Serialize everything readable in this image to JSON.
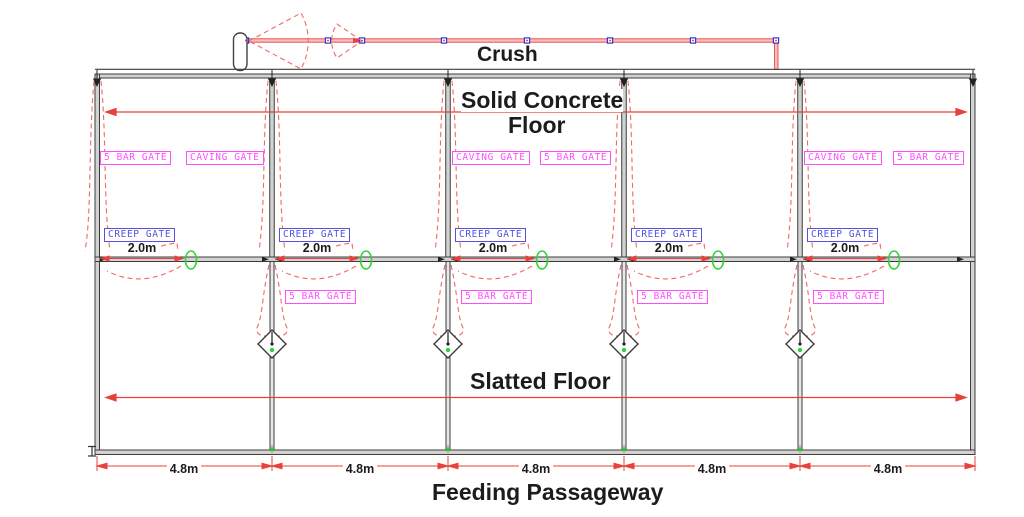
{
  "areas": {
    "crush_label": "Crush",
    "solid_floor_line1": "Solid Concrete",
    "solid_floor_line2": "Floor",
    "slatted_floor_label": "Slatted Floor",
    "feeding_passageway_label": "Feeding Passageway"
  },
  "pens": [
    {
      "creep_gate_label": "CREEP GATE",
      "creep_gate_width": "2.0m",
      "pen_width": "4.8m"
    },
    {
      "creep_gate_label": "CREEP GATE",
      "creep_gate_width": "2.0m",
      "pen_width": "4.8m"
    },
    {
      "creep_gate_label": "CREEP GATE",
      "creep_gate_width": "2.0m",
      "pen_width": "4.8m"
    },
    {
      "creep_gate_label": "CREEP GATE",
      "creep_gate_width": "2.0m",
      "pen_width": "4.8m"
    },
    {
      "creep_gate_label": "CREEP GATE",
      "creep_gate_width": "2.0m",
      "pen_width": "4.8m"
    }
  ],
  "upper_gate_labels": [
    {
      "text": "5 BAR GATE"
    },
    {
      "text": "CAVING GATE"
    },
    {
      "text": "CAVING GATE"
    },
    {
      "text": "5 BAR GATE"
    },
    {
      "text": "CAVING GATE"
    },
    {
      "text": "5 BAR GATE"
    }
  ],
  "lower_gate_labels": [
    {
      "text": "5 BAR GATE"
    },
    {
      "text": "5 BAR GATE"
    },
    {
      "text": "5 BAR GATE"
    },
    {
      "text": "5 BAR GATE"
    }
  ],
  "colors": {
    "dimension_red": "#e8403a",
    "dashed_gate_red": "#ee6a64",
    "crush_rail_red": "#e04545",
    "crush_rail_fill": "#ffbcbc",
    "gate_label_magenta": "#ff4dff",
    "creep_label_blue": "#5353dd",
    "hinge_green": "#2fd32f",
    "crush_marker_blue": "#3535cf",
    "wall_gray": "#d2d2d2",
    "line_black": "#3c3c3c"
  }
}
